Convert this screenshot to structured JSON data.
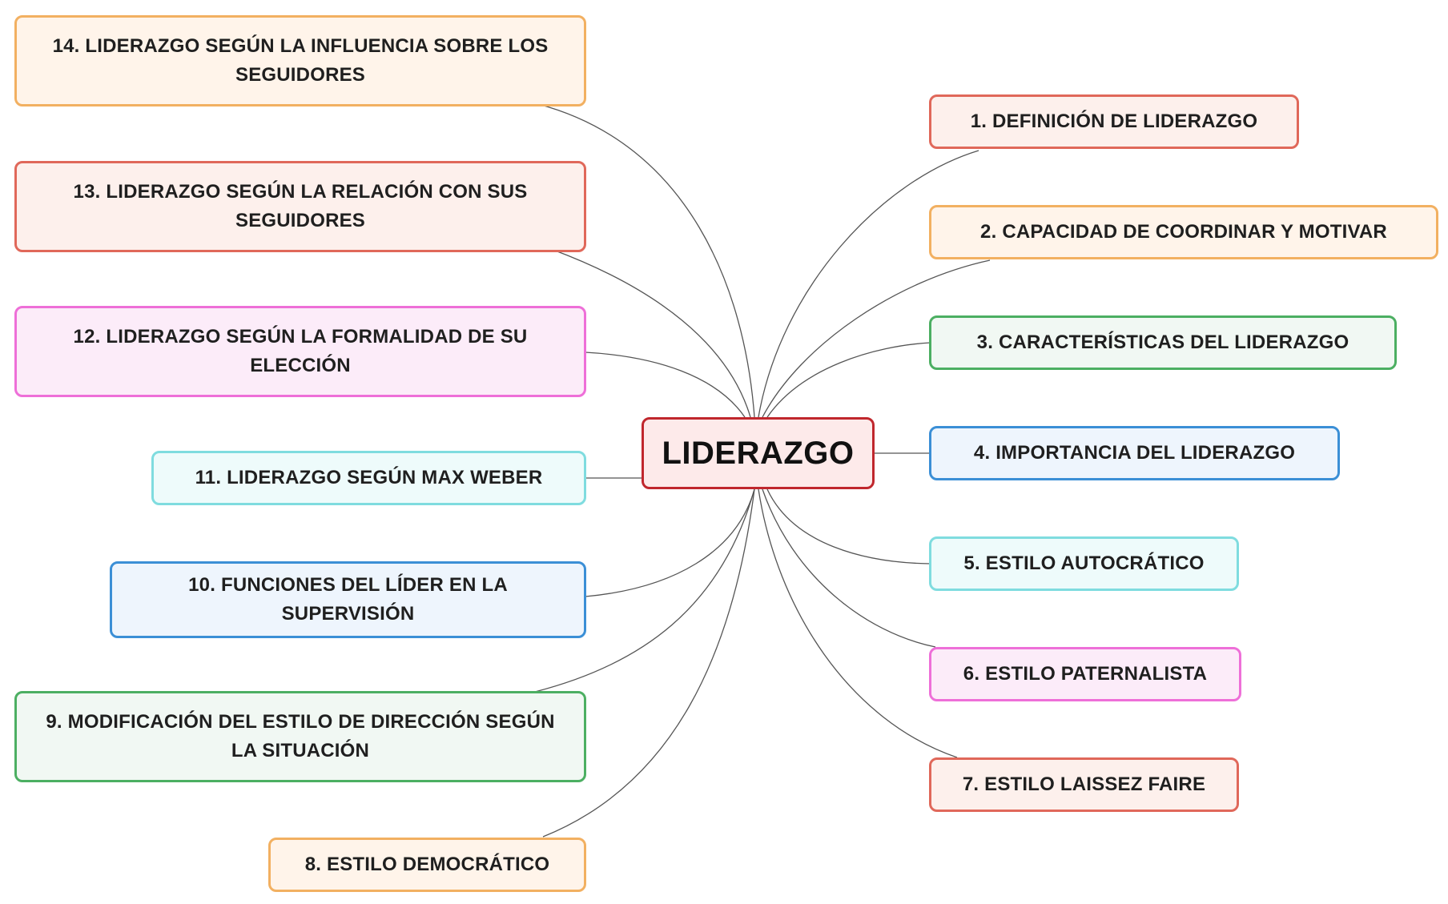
{
  "central": {
    "label": "LIDERAZGO",
    "color": "#c0272d"
  },
  "topics": [
    {
      "label": "1. DEFINICIÓN DE LIDERAZGO",
      "color": "#e0685a"
    },
    {
      "label": "2. CAPACIDAD DE COORDINAR Y MOTIVAR",
      "color": "#f2b061"
    },
    {
      "label": "3. CARACTERÍSTICAS DEL LIDERAZGO",
      "color": "#4caf62"
    },
    {
      "label": "4. IMPORTANCIA DEL LIDERAZGO",
      "color": "#3b8fd6"
    },
    {
      "label": "5. ESTILO AUTOCRÁTICO",
      "color": "#7fdcdf"
    },
    {
      "label": "6. ESTILO PATERNALISTA",
      "color": "#ee6fd8"
    },
    {
      "label": "7. ESTILO LAISSEZ FAIRE",
      "color": "#e0685a"
    },
    {
      "label": "8. ESTILO DEMOCRÁTICO",
      "color": "#f2b061"
    },
    {
      "label": "9. MODIFICACIÓN DEL ESTILO DE DIRECCIÓN SEGÚN LA SITUACIÓN",
      "color": "#4caf62"
    },
    {
      "label": "10. FUNCIONES DEL LÍDER EN LA SUPERVISIÓN",
      "color": "#3b8fd6"
    },
    {
      "label": "11. LIDERAZGO SEGÚN MAX WEBER",
      "color": "#7fdcdf"
    },
    {
      "label": "12. LIDERAZGO SEGÚN LA FORMALIDAD DE SU ELECCIÓN",
      "color": "#ee6fd8"
    },
    {
      "label": "13. LIDERAZGO SEGÚN LA RELACIÓN CON SUS SEGUIDORES",
      "color": "#e0685a"
    },
    {
      "label": "14. LIDERAZGO SEGÚN LA INFLUENCIA SOBRE LOS SEGUIDORES",
      "color": "#f2b061"
    }
  ]
}
